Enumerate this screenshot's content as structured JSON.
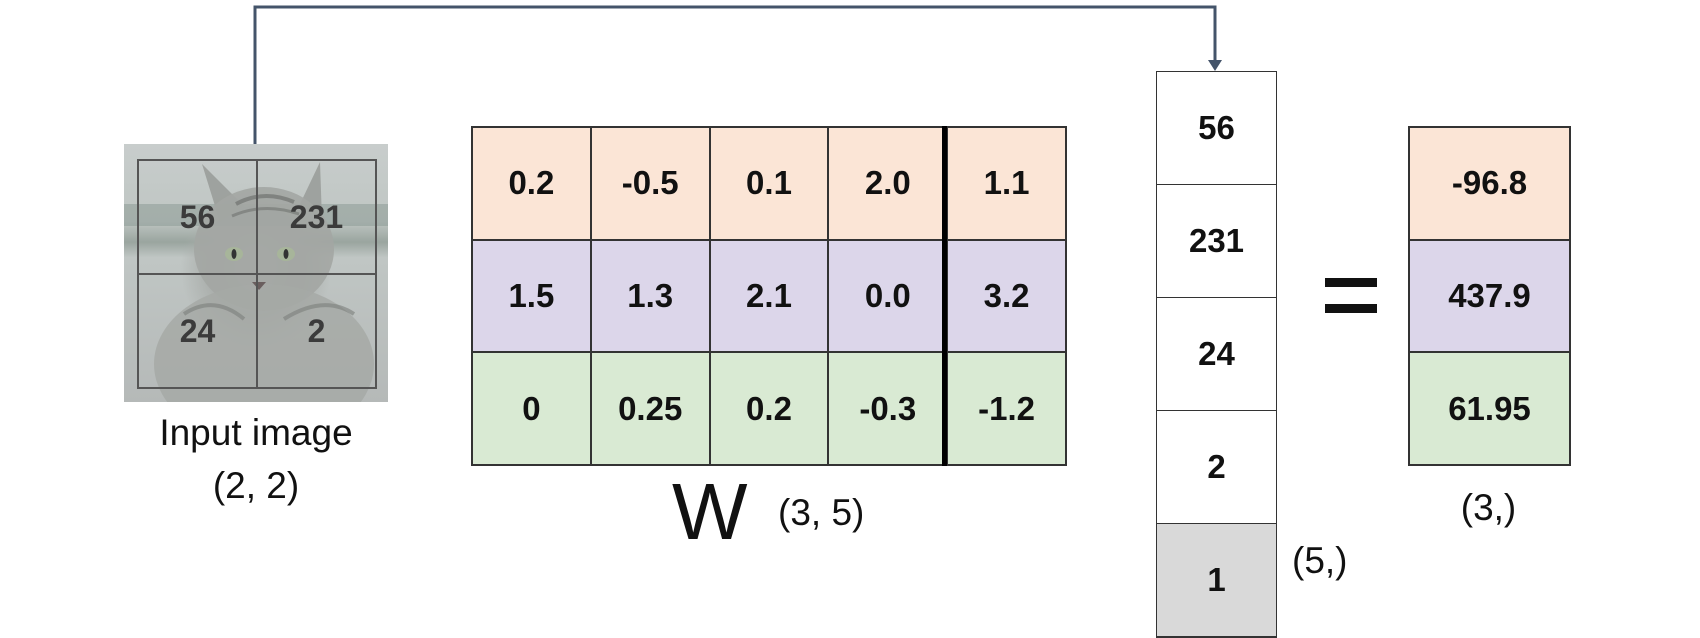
{
  "colors": {
    "row_1": "#fbe5d6",
    "row_2": "#dcd6ea",
    "row_3": "#d9ead3",
    "bias_input": "#d9d9d9",
    "arrow": "#44546a"
  },
  "input_image": {
    "pixels": [
      "56",
      "231",
      "24",
      "2"
    ],
    "caption": "Input image",
    "shape": "(2, 2)"
  },
  "weights": {
    "label": "W",
    "shape": "(3, 5)",
    "rows": [
      [
        "0.2",
        "-0.5",
        "0.1",
        "2.0",
        "1.1"
      ],
      [
        "1.5",
        "1.3",
        "2.1",
        "0.0",
        "3.2"
      ],
      [
        "0",
        "0.25",
        "0.2",
        "-0.3",
        "-1.2"
      ]
    ]
  },
  "input_vector": {
    "values": [
      "56",
      "231",
      "24",
      "2",
      "1"
    ],
    "shape": "(5,)"
  },
  "equals_sign": "=",
  "output_vector": {
    "values": [
      "-96.8",
      "437.9",
      "61.95"
    ],
    "shape": "(3,)"
  }
}
